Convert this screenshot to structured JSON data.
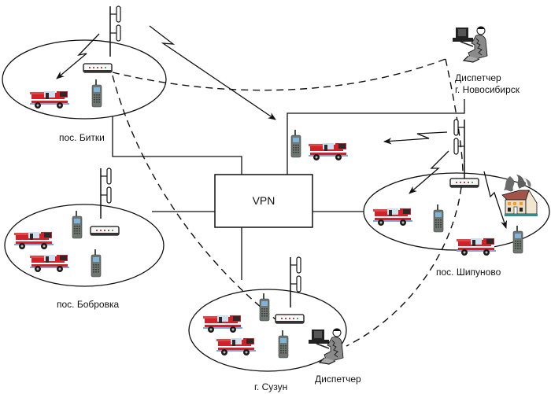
{
  "diagram": {
    "title": "",
    "center_node": {
      "label": "VPN"
    },
    "zones": [
      {
        "id": "bitki",
        "label": "пос. Битки",
        "fire_trucks": 1,
        "radios": 1,
        "has_router": true,
        "has_antenna": true
      },
      {
        "id": "bobrovka",
        "label": "пос. Бобровка",
        "fire_trucks": 2,
        "radios": 2,
        "has_router": true,
        "has_antenna": true
      },
      {
        "id": "suzun",
        "label": "г. Сузун",
        "fire_trucks": 2,
        "radios": 2,
        "has_router": true,
        "has_antenna": true,
        "dispatcher_label": "Диспетчер"
      },
      {
        "id": "shipunovo",
        "label": "пос. Шипуново",
        "fire_trucks": 2,
        "radios": 2,
        "has_router": true,
        "has_antenna": true,
        "has_burning_house": true
      }
    ],
    "novosibirsk_dispatcher": {
      "label_line1": "Диспетчер",
      "label_line2": "г. Новосибирск"
    },
    "mobile_unit": {
      "fire_trucks": 1,
      "radios": 1
    },
    "colors": {
      "line": "#111111",
      "truck_red": "#d0222a",
      "truck_dark": "#2a2a2a",
      "radio_gray": "#6f7670",
      "radio_screen": "#7fb3d9",
      "led_red": "#8b1a1a",
      "led_green": "#2a8a2a",
      "smoke": "#6b6b6b",
      "house_wall": "#f1e6cf",
      "house_roof": "#a2544a",
      "fire": "#ff9a1a"
    }
  }
}
